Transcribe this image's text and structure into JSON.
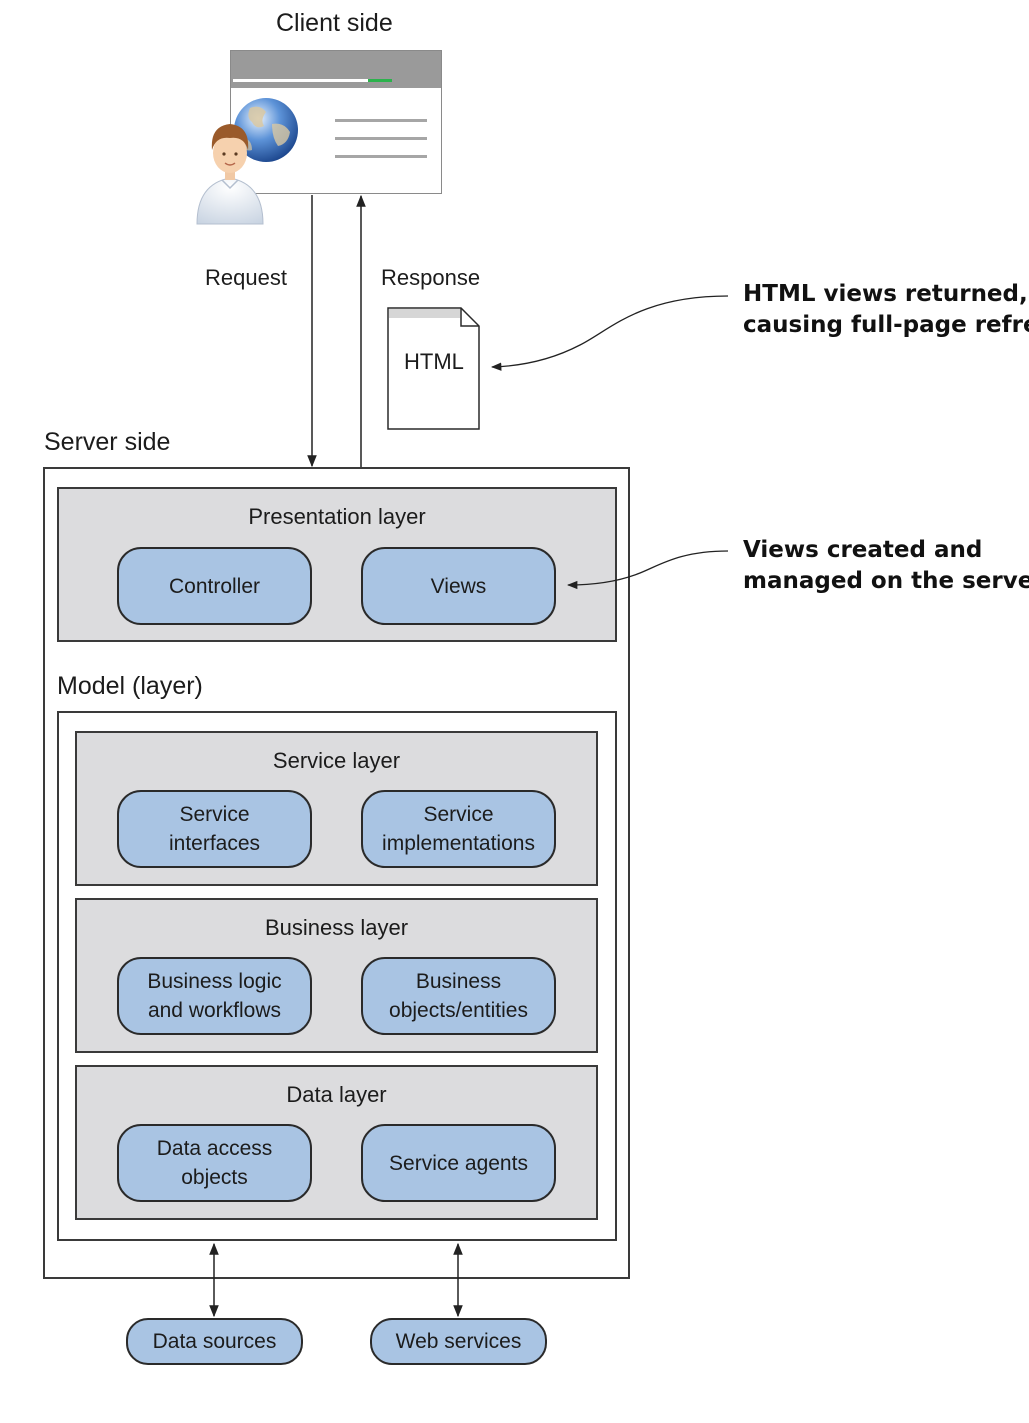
{
  "client": {
    "title": "Client side"
  },
  "arrows": {
    "request": "Request",
    "response": "Response"
  },
  "document": {
    "label": "HTML"
  },
  "notes": {
    "html_line1": "HTML views returned,",
    "html_line2": "causing full-page refresh",
    "views_line1": "Views created and",
    "views_line2": "managed on the server"
  },
  "server": {
    "title": "Server side"
  },
  "presentation": {
    "title": "Presentation layer",
    "controller": "Controller",
    "views": "Views"
  },
  "model": {
    "title": "Model (layer)"
  },
  "service": {
    "title": "Service layer",
    "interfaces_1": "Service",
    "interfaces_2": "interfaces",
    "impl_1": "Service",
    "impl_2": "implementations"
  },
  "business": {
    "title": "Business layer",
    "logic_1": "Business logic",
    "logic_2": "and workflows",
    "objects_1": "Business",
    "objects_2": "objects/entities"
  },
  "data": {
    "title": "Data layer",
    "dao_1": "Data access",
    "dao_2": "objects",
    "agents": "Service agents"
  },
  "external": {
    "sources": "Data sources",
    "web": "Web services"
  },
  "colors": {
    "pill_fill": "#a9c4e3",
    "layer_fill": "#dcdcde",
    "progress": "#2bb24c"
  }
}
